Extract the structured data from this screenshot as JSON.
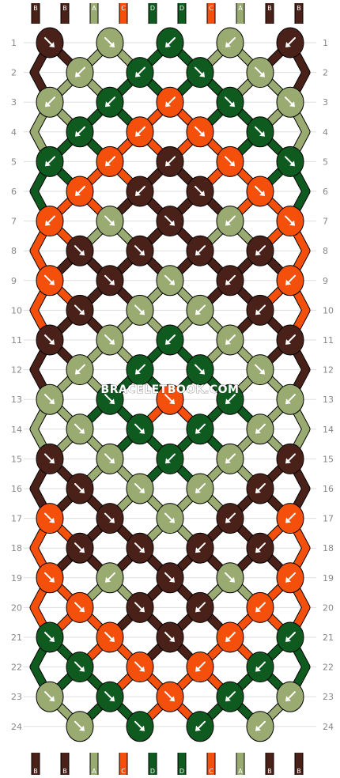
{
  "pattern": {
    "watermark": "BRACELETBOOK.COM",
    "colors": {
      "B": "#4a2118",
      "A": "#9aab72",
      "C": "#f4500c",
      "D": "#0e5a1f"
    },
    "top_threads": [
      "B",
      "B",
      "A",
      "C",
      "D",
      "D",
      "C",
      "A",
      "B",
      "B"
    ],
    "bottom_threads": [
      "B",
      "B",
      "A",
      "C",
      "D",
      "D",
      "C",
      "A",
      "B",
      "B"
    ],
    "rows": [
      {
        "n": "1",
        "knots": [
          {
            "c": "B",
            "d": "↘"
          },
          {
            "c": "A",
            "d": "↘"
          },
          {
            "c": "D",
            "d": "↙"
          },
          {
            "c": "A",
            "d": "↙"
          },
          {
            "c": "B",
            "d": "↙"
          }
        ]
      },
      {
        "n": "2",
        "knots": [
          {
            "c": "A",
            "d": "↙"
          },
          {
            "c": "D",
            "d": "↙"
          },
          {
            "c": "D",
            "d": "↘"
          },
          {
            "c": "A",
            "d": "↘"
          }
        ]
      },
      {
        "n": "3",
        "knots": [
          {
            "c": "A",
            "d": "↙"
          },
          {
            "c": "D",
            "d": "↙"
          },
          {
            "c": "C",
            "d": "↙"
          },
          {
            "c": "D",
            "d": "↘"
          },
          {
            "c": "A",
            "d": "↘"
          }
        ]
      },
      {
        "n": "4",
        "knots": [
          {
            "c": "D",
            "d": "↙"
          },
          {
            "c": "C",
            "d": "↙"
          },
          {
            "c": "C",
            "d": "↘"
          },
          {
            "c": "D",
            "d": "↘"
          }
        ]
      },
      {
        "n": "5",
        "knots": [
          {
            "c": "D",
            "d": "↙"
          },
          {
            "c": "C",
            "d": "↙"
          },
          {
            "c": "B",
            "d": "↙"
          },
          {
            "c": "C",
            "d": "↘"
          },
          {
            "c": "D",
            "d": "↘"
          }
        ]
      },
      {
        "n": "6",
        "knots": [
          {
            "c": "C",
            "d": "↙"
          },
          {
            "c": "B",
            "d": "↙"
          },
          {
            "c": "B",
            "d": "↘"
          },
          {
            "c": "C",
            "d": "↘"
          }
        ]
      },
      {
        "n": "7",
        "knots": [
          {
            "c": "C",
            "d": "↙"
          },
          {
            "c": "A",
            "d": "↘"
          },
          {
            "c": "B",
            "d": "↘"
          },
          {
            "c": "A",
            "d": "↙"
          },
          {
            "c": "C",
            "d": "↘"
          }
        ]
      },
      {
        "n": "8",
        "knots": [
          {
            "c": "B",
            "d": "↘"
          },
          {
            "c": "B",
            "d": "↘"
          },
          {
            "c": "B",
            "d": "↙"
          },
          {
            "c": "B",
            "d": "↙"
          }
        ]
      },
      {
        "n": "9",
        "knots": [
          {
            "c": "C",
            "d": "↘"
          },
          {
            "c": "B",
            "d": "↘"
          },
          {
            "c": "A",
            "d": "↘"
          },
          {
            "c": "B",
            "d": "↙"
          },
          {
            "c": "C",
            "d": "↙"
          }
        ]
      },
      {
        "n": "10",
        "knots": [
          {
            "c": "B",
            "d": "↘"
          },
          {
            "c": "A",
            "d": "↘"
          },
          {
            "c": "A",
            "d": "↙"
          },
          {
            "c": "B",
            "d": "↙"
          }
        ]
      },
      {
        "n": "11",
        "knots": [
          {
            "c": "B",
            "d": "↘"
          },
          {
            "c": "A",
            "d": "↘"
          },
          {
            "c": "D",
            "d": "↙"
          },
          {
            "c": "A",
            "d": "↙"
          },
          {
            "c": "B",
            "d": "↙"
          }
        ]
      },
      {
        "n": "12",
        "knots": [
          {
            "c": "A",
            "d": "↙"
          },
          {
            "c": "D",
            "d": "↙"
          },
          {
            "c": "D",
            "d": "↘"
          },
          {
            "c": "A",
            "d": "↘"
          }
        ]
      },
      {
        "n": "13",
        "knots": [
          {
            "c": "A",
            "d": "↘"
          },
          {
            "c": "D",
            "d": "↘"
          },
          {
            "c": "C",
            "d": "↘"
          },
          {
            "c": "D",
            "d": "↙"
          },
          {
            "c": "A",
            "d": "↙"
          }
        ]
      },
      {
        "n": "14",
        "knots": [
          {
            "c": "A",
            "d": "↘"
          },
          {
            "c": "D",
            "d": "↘"
          },
          {
            "c": "D",
            "d": "↙"
          },
          {
            "c": "A",
            "d": "↙"
          }
        ]
      },
      {
        "n": "15",
        "knots": [
          {
            "c": "B",
            "d": "↘"
          },
          {
            "c": "A",
            "d": "↘"
          },
          {
            "c": "D",
            "d": "↙"
          },
          {
            "c": "A",
            "d": "↙"
          },
          {
            "c": "B",
            "d": "↙"
          }
        ]
      },
      {
        "n": "16",
        "knots": [
          {
            "c": "B",
            "d": "↘"
          },
          {
            "c": "A",
            "d": "↘"
          },
          {
            "c": "A",
            "d": "↙"
          },
          {
            "c": "B",
            "d": "↙"
          }
        ]
      },
      {
        "n": "17",
        "knots": [
          {
            "c": "C",
            "d": "↘"
          },
          {
            "c": "B",
            "d": "↘"
          },
          {
            "c": "A",
            "d": "↘"
          },
          {
            "c": "B",
            "d": "↙"
          },
          {
            "c": "C",
            "d": "↙"
          }
        ]
      },
      {
        "n": "18",
        "knots": [
          {
            "c": "B",
            "d": "↘"
          },
          {
            "c": "B",
            "d": "↘"
          },
          {
            "c": "B",
            "d": "↙"
          },
          {
            "c": "B",
            "d": "↙"
          }
        ]
      },
      {
        "n": "19",
        "knots": [
          {
            "c": "C",
            "d": "↘"
          },
          {
            "c": "A",
            "d": "↙"
          },
          {
            "c": "B",
            "d": "↘"
          },
          {
            "c": "A",
            "d": "↘"
          },
          {
            "c": "C",
            "d": "↙"
          }
        ]
      },
      {
        "n": "20",
        "knots": [
          {
            "c": "C",
            "d": "↘"
          },
          {
            "c": "B",
            "d": "↘"
          },
          {
            "c": "B",
            "d": "↙"
          },
          {
            "c": "C",
            "d": "↙"
          }
        ]
      },
      {
        "n": "21",
        "knots": [
          {
            "c": "D",
            "d": "↘"
          },
          {
            "c": "C",
            "d": "↘"
          },
          {
            "c": "B",
            "d": "↘"
          },
          {
            "c": "C",
            "d": "↙"
          },
          {
            "c": "D",
            "d": "↙"
          }
        ]
      },
      {
        "n": "22",
        "knots": [
          {
            "c": "D",
            "d": "↘"
          },
          {
            "c": "C",
            "d": "↘"
          },
          {
            "c": "C",
            "d": "↙"
          },
          {
            "c": "D",
            "d": "↙"
          }
        ]
      },
      {
        "n": "23",
        "knots": [
          {
            "c": "A",
            "d": "↘"
          },
          {
            "c": "D",
            "d": "↘"
          },
          {
            "c": "C",
            "d": "↘"
          },
          {
            "c": "D",
            "d": "↙"
          },
          {
            "c": "A",
            "d": "↙"
          }
        ]
      },
      {
        "n": "24",
        "knots": [
          {
            "c": "A",
            "d": "↘"
          },
          {
            "c": "D",
            "d": "↘"
          },
          {
            "c": "D",
            "d": "↙"
          },
          {
            "c": "A",
            "d": "↙"
          }
        ]
      }
    ]
  }
}
